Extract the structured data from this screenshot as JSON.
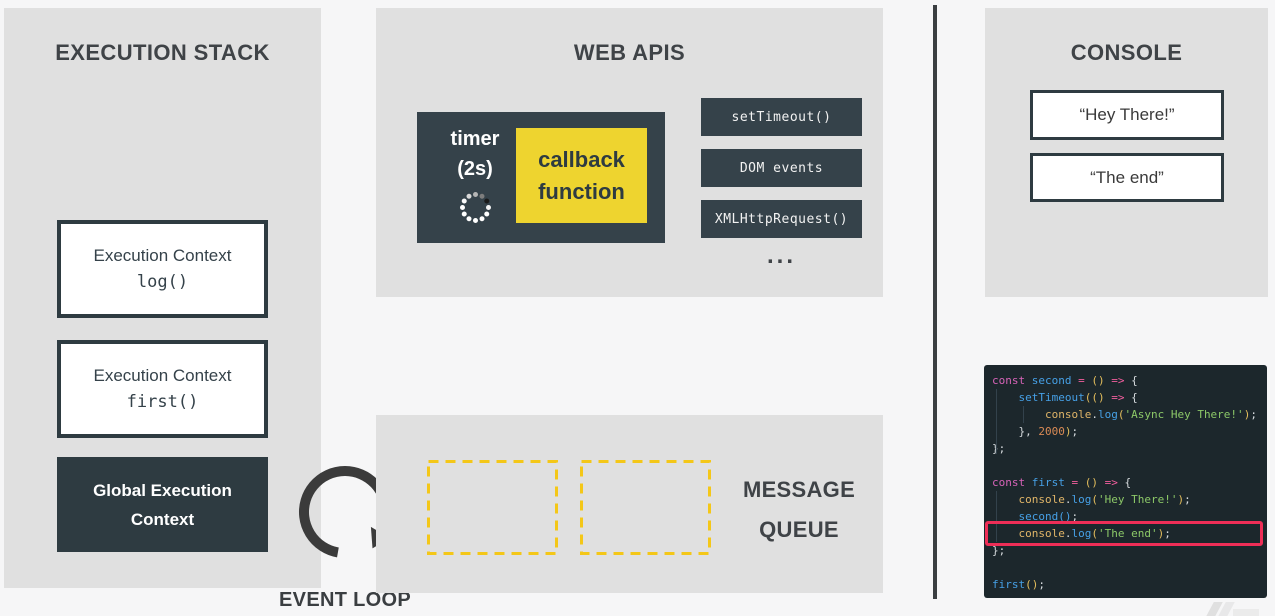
{
  "colors": {
    "panel_bg": "#e0e0e0",
    "dark_box": "#2e3b41",
    "timer_box": "#35424a",
    "callback_yellow": "#eed42f",
    "queue_dash_yellow": "#f4c718",
    "highlight_red": "#ee2e57",
    "code_bg": "#1c272c",
    "divider": "#3a3e41"
  },
  "execution_stack": {
    "title": "EXECUTION STACK",
    "boxes": [
      {
        "variant": "light",
        "line1": "Execution Context",
        "line2": "log()"
      },
      {
        "variant": "light",
        "line1": "Execution Context",
        "line2": "first()"
      },
      {
        "variant": "dark",
        "line1": "Global Execution",
        "line2": "Context"
      }
    ]
  },
  "event_loop": {
    "label": "EVENT LOOP",
    "icon": "circular-arrow-icon"
  },
  "web_apis": {
    "title": "WEB APIS",
    "timer": {
      "title": "timer",
      "duration": "(2s)",
      "spinner_icon": "loading-spinner-icon",
      "callback_line1": "callback",
      "callback_line2": "function"
    },
    "api_items": [
      "setTimeout()",
      "DOM events",
      "XMLHttpRequest()"
    ],
    "ellipsis": "..."
  },
  "message_queue": {
    "title_line1": "MESSAGE",
    "title_line2": "QUEUE",
    "empty_slots": 2
  },
  "console_panel": {
    "title": "CONSOLE",
    "entries": [
      "“Hey There!”",
      "“The end”"
    ]
  },
  "code_editor": {
    "highlight_line_index": 9,
    "lines": [
      [
        {
          "c": "kw",
          "t": "const"
        },
        {
          "c": "pl",
          "t": " "
        },
        {
          "c": "fn",
          "t": "second"
        },
        {
          "c": "pl",
          "t": " "
        },
        {
          "c": "op",
          "t": "="
        },
        {
          "c": "pl",
          "t": " "
        },
        {
          "c": "br",
          "t": "()"
        },
        {
          "c": "pl",
          "t": " "
        },
        {
          "c": "op",
          "t": "=>"
        },
        {
          "c": "pl",
          "t": " {"
        }
      ],
      [
        {
          "c": "pl",
          "t": "    "
        },
        {
          "c": "fn",
          "t": "setTimeout"
        },
        {
          "c": "br",
          "t": "(()"
        },
        {
          "c": "pl",
          "t": " "
        },
        {
          "c": "op",
          "t": "=>"
        },
        {
          "c": "pl",
          "t": " {"
        }
      ],
      [
        {
          "c": "pl",
          "t": "        "
        },
        {
          "c": "obj",
          "t": "console"
        },
        {
          "c": "pl",
          "t": "."
        },
        {
          "c": "fn",
          "t": "log"
        },
        {
          "c": "br",
          "t": "("
        },
        {
          "c": "str",
          "t": "'Async Hey There!'"
        },
        {
          "c": "br",
          "t": ")"
        },
        {
          "c": "pl",
          "t": ";"
        }
      ],
      [
        {
          "c": "pl",
          "t": "    },"
        },
        {
          "c": "pl",
          "t": " "
        },
        {
          "c": "num",
          "t": "2000"
        },
        {
          "c": "br",
          "t": ")"
        },
        {
          "c": "pl",
          "t": ";"
        }
      ],
      [
        {
          "c": "pl",
          "t": "};"
        }
      ],
      [],
      [
        {
          "c": "kw",
          "t": "const"
        },
        {
          "c": "pl",
          "t": " "
        },
        {
          "c": "fn",
          "t": "first"
        },
        {
          "c": "pl",
          "t": " "
        },
        {
          "c": "op",
          "t": "="
        },
        {
          "c": "pl",
          "t": " "
        },
        {
          "c": "br",
          "t": "()"
        },
        {
          "c": "pl",
          "t": " "
        },
        {
          "c": "op",
          "t": "=>"
        },
        {
          "c": "pl",
          "t": " {"
        }
      ],
      [
        {
          "c": "pl",
          "t": "    "
        },
        {
          "c": "obj",
          "t": "console"
        },
        {
          "c": "pl",
          "t": "."
        },
        {
          "c": "fn",
          "t": "log"
        },
        {
          "c": "br",
          "t": "("
        },
        {
          "c": "str",
          "t": "'Hey There!'"
        },
        {
          "c": "br",
          "t": ")"
        },
        {
          "c": "pl",
          "t": ";"
        }
      ],
      [
        {
          "c": "pl",
          "t": "    "
        },
        {
          "c": "lnk",
          "t": "second()"
        },
        {
          "c": "pl",
          "t": ";"
        }
      ],
      [
        {
          "c": "pl",
          "t": "    "
        },
        {
          "c": "obj",
          "t": "console"
        },
        {
          "c": "pl",
          "t": "."
        },
        {
          "c": "fn",
          "t": "log"
        },
        {
          "c": "br",
          "t": "("
        },
        {
          "c": "str",
          "t": "'The end'"
        },
        {
          "c": "br",
          "t": ")"
        },
        {
          "c": "pl",
          "t": ";"
        }
      ],
      [
        {
          "c": "pl",
          "t": "};"
        }
      ],
      [],
      [
        {
          "c": "fn",
          "t": "first"
        },
        {
          "c": "br",
          "t": "()"
        },
        {
          "c": "pl",
          "t": ";"
        }
      ]
    ]
  }
}
